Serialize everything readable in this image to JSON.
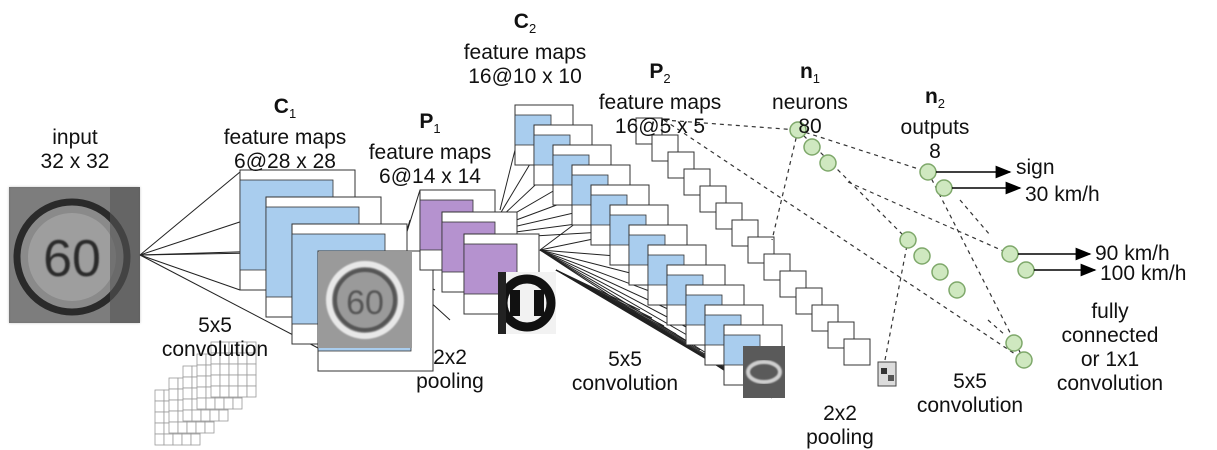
{
  "input": {
    "name": "input",
    "size": "32 x 32",
    "sign_text": "60"
  },
  "c1": {
    "symbol": "C",
    "sub": "1",
    "title": "feature maps",
    "dims": "6@28 x 28"
  },
  "p1": {
    "symbol": "P",
    "sub": "1",
    "title": "feature maps",
    "dims": "6@14 x 14"
  },
  "c2": {
    "symbol": "C",
    "sub": "2",
    "title": "feature maps",
    "dims": "16@10 x 10"
  },
  "p2": {
    "symbol": "P",
    "sub": "2",
    "title": "feature maps",
    "dims": "16@5 x 5"
  },
  "n1": {
    "symbol": "n",
    "sub": "1",
    "title": "neurons",
    "count": "80"
  },
  "n2": {
    "symbol": "n",
    "sub": "2",
    "title": "outputs",
    "count": "8"
  },
  "outputs": [
    "sign",
    "30 km/h",
    "90 km/h",
    "100 km/h"
  ],
  "ops": {
    "conv1": [
      "5x5",
      "convolution"
    ],
    "pool1": [
      "2x2",
      "pooling"
    ],
    "conv2": [
      "5x5",
      "convolution"
    ],
    "pool2": [
      "2x2",
      "pooling"
    ],
    "conv3": [
      "5x5",
      "convolution"
    ],
    "fc": [
      "fully",
      "connected",
      "or 1x1",
      "convolution"
    ]
  },
  "colors": {
    "conv_map": "#a9cdee",
    "pool_map": "#b592cf",
    "neuron": "#cfe8c0",
    "neuron_stroke": "#7ea86a"
  }
}
